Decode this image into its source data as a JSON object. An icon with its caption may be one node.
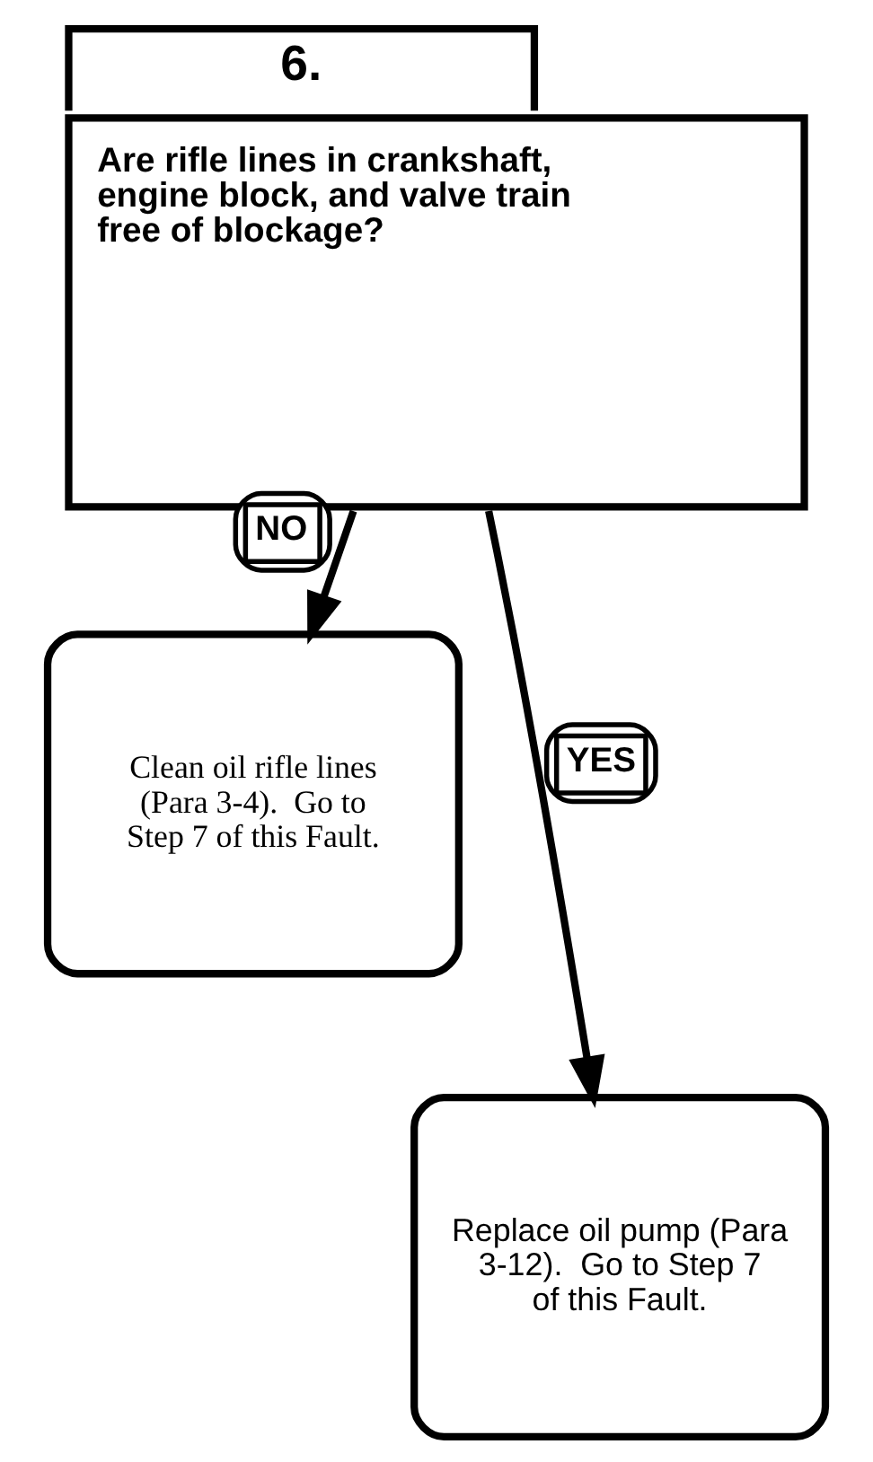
{
  "diagram": {
    "nodes": [
      {
        "text": [
          "6.",
          "Are rifle lines in crankshaft, engine block, and valve train free of blockage?"
        ]
      },
      {
        "text": [
          "Clean oil rifle lines (Para 3-4).  Go to Step 7 of this Fault."
        ]
      },
      {
        "text": [
          "Replace oil pump (Para 3-12).  Go to Step 7 of this Fault."
        ]
      }
    ],
    "edges": [
      {
        "from": 0,
        "to": 1,
        "arrow": "to",
        "label": "NO"
      },
      {
        "from": 0,
        "to": 2,
        "arrow": "to",
        "label": "YES"
      }
    ]
  }
}
